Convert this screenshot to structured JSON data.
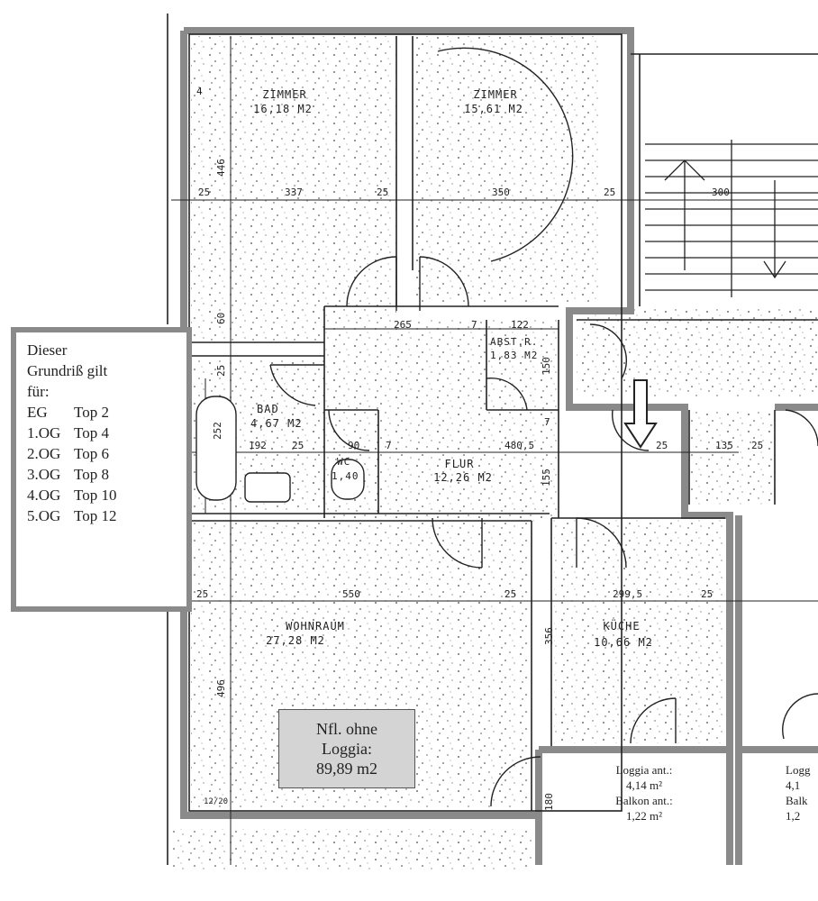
{
  "rooms": {
    "zimmer1": {
      "name": "ZIMMER",
      "area": "16,18 M2"
    },
    "zimmer2": {
      "name": "ZIMMER",
      "area": "15,61 M2"
    },
    "abst": {
      "name": "ABST.R.",
      "area": "1,83 M2"
    },
    "bad": {
      "name": "BAD",
      "area": "4,67 M2"
    },
    "wc": {
      "name": "WC",
      "area": "1,40"
    },
    "flur": {
      "name": "FLUR",
      "area": "12,26 M2"
    },
    "wohnraum": {
      "name": "WOHNRAUM",
      "area": "27,28 M2"
    },
    "kueche": {
      "name": "KÜCHE",
      "area": "10,66 M2"
    }
  },
  "dimensions": {
    "d25a": "25",
    "d337": "337",
    "d25b": "25",
    "d350": "350",
    "d25c": "25",
    "d300": "300",
    "d265": "265",
    "d7a": "7",
    "d122": "122",
    "d150": "150",
    "d7b": "7",
    "d192": "192",
    "d25d": "25",
    "d90": "90",
    "d7c": "7",
    "d4805": "480,5",
    "d25e": "25",
    "d135": "135",
    "d25f": "25",
    "d155": "155",
    "d25g": "25",
    "d550": "550",
    "d25h": "25",
    "d2995": "299,5",
    "d25i": "25",
    "d446": "446",
    "d60": "60",
    "d252": "252",
    "d496": "496",
    "d356": "356",
    "d180": "180",
    "d4": "4",
    "d1220": "12/20",
    "d25v": "25"
  },
  "legend": {
    "title1": "Dieser",
    "title2": "Grundriß gilt",
    "title3": "für:",
    "rows": [
      {
        "floor": "EG",
        "top": "Top 2"
      },
      {
        "floor": "1.OG",
        "top": "Top 4"
      },
      {
        "floor": "2.OG",
        "top": "Top 6"
      },
      {
        "floor": "3.OG",
        "top": "Top 8"
      },
      {
        "floor": "4.OG",
        "top": "Top 10"
      },
      {
        "floor": "5.OG",
        "top": "Top 12"
      }
    ]
  },
  "area_box": {
    "line1": "Nfl. ohne",
    "line2": "Loggia:",
    "line3": "89,89 m2"
  },
  "loggia_box": {
    "l1": "Loggia ant.:",
    "l2": "4,14 m²",
    "l3": "Balkon ant.:",
    "l4": "1,22 m²"
  },
  "loggia_box_partial": {
    "l1": "Logg",
    "l2": "4,1",
    "l3": "Balk",
    "l4": "1,2"
  },
  "colors": {
    "wall": "#8a8a8a",
    "line": "#222222",
    "area_fill": "#d4d4d4"
  }
}
